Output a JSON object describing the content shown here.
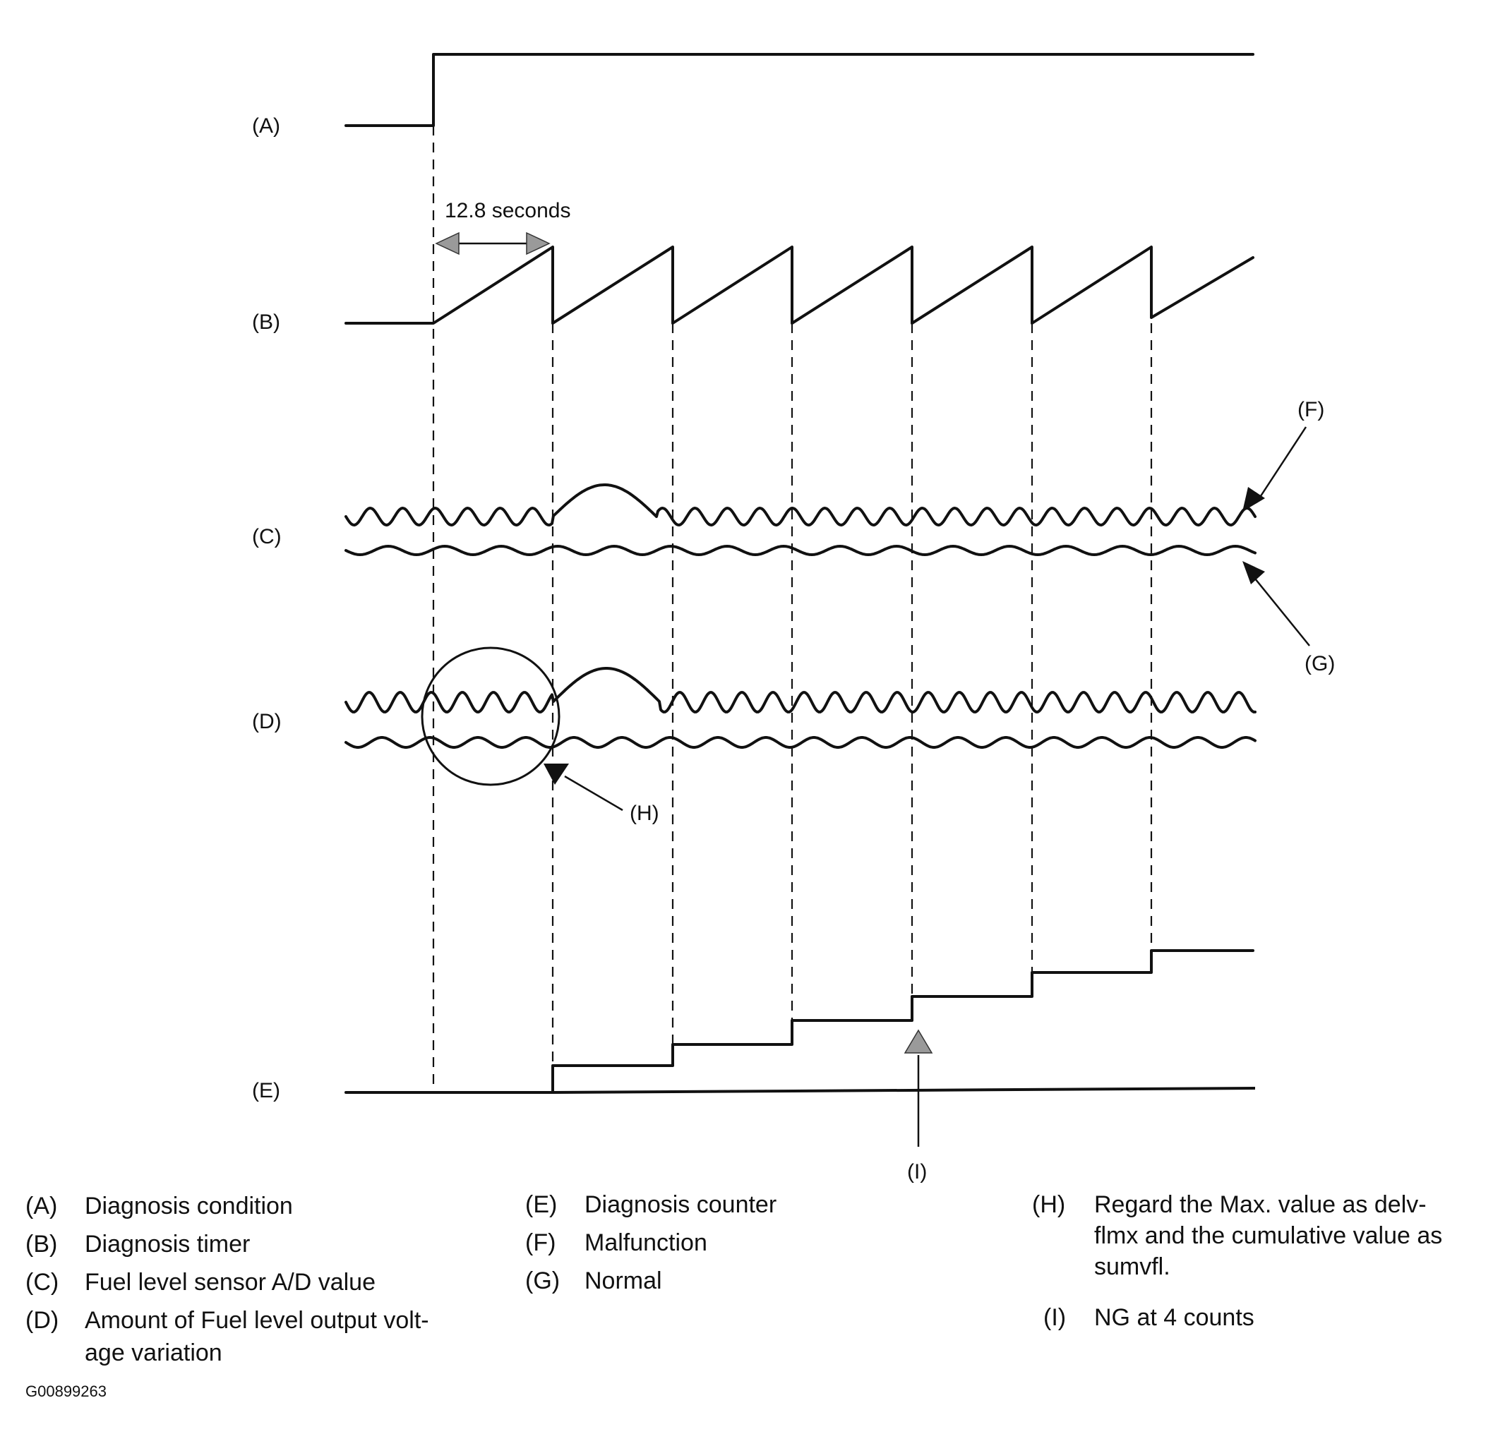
{
  "signals": {
    "a": "(A)",
    "b": "(B)",
    "c": "(C)",
    "d": "(D)",
    "e": "(E)"
  },
  "callouts": {
    "f": "(F)",
    "g": "(G)",
    "h": "(H)",
    "i": "(I)"
  },
  "timer_interval_label": "12.8 seconds",
  "legend": {
    "col1": [
      {
        "key": "(A)",
        "text": "Diagnosis condition"
      },
      {
        "key": "(B)",
        "text": "Diagnosis timer"
      },
      {
        "key": "(C)",
        "text": "Fuel level sensor A/D value"
      },
      {
        "key": "(D)",
        "text": "Amount of Fuel level output voltage variation",
        "line1": "Amount of Fuel level output volt-",
        "line2": "age variation"
      }
    ],
    "col2": [
      {
        "key": "(E)",
        "text": "Diagnosis counter"
      },
      {
        "key": "(F)",
        "text": "Malfunction"
      },
      {
        "key": "(G)",
        "text": "Normal"
      }
    ],
    "col3": [
      {
        "key": "(H)",
        "text": "Regard the Max. value as delvflmx and the cumulative value as sumvfl.",
        "line1": "Regard the Max. value as delv-",
        "line2": "flmx and the cumulative value as",
        "line3": "sumvfl."
      },
      {
        "key": "(I)",
        "text": "NG at 4 counts"
      }
    ]
  },
  "figure_id": "G00899263"
}
